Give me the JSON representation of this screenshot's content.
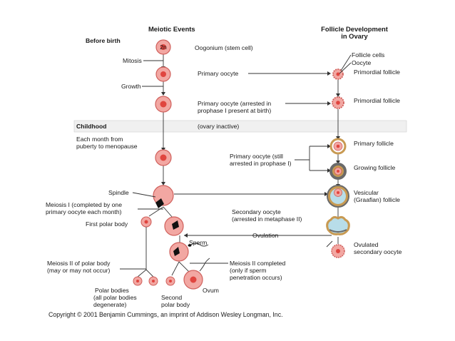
{
  "headers": {
    "meiotic": "Meiotic Events",
    "follicle": [
      "Follicle Development",
      "in Ovary"
    ]
  },
  "stages": {
    "before_birth": "Before birth",
    "childhood": "Childhood",
    "monthly": [
      "Each month from",
      "puberty to menopause"
    ]
  },
  "events": {
    "mitosis": "Mitosis",
    "growth": "Growth",
    "spindle": "Spindle",
    "meiosis1": [
      "Meiosis I (completed by one",
      "primary oocyte each month)"
    ],
    "first_polar": "First polar body",
    "sperm": "Sperm",
    "meiosis2_polar": [
      "Meiosis II of polar body",
      "(may or may not occur)"
    ],
    "polar_bodies": [
      "Polar bodies",
      "(all polar bodies",
      "degenerate)"
    ],
    "second_polar": [
      "Second",
      "polar body"
    ],
    "ovum": "Ovum"
  },
  "cells": {
    "oogonium": "Oogonium (stem cell)",
    "primary": "Primary oocyte",
    "primary_arrested": [
      "Primary oocyte (arrested in",
      "prophase I present at birth)"
    ],
    "ovary_inactive": "(ovary inactive)",
    "primary_still": [
      "Primary oocyte (still",
      "arrested in prophase I)"
    ],
    "secondary": [
      "Secondary oocyte",
      "(arrested in metaphase II)"
    ],
    "ovulation": "Ovulation",
    "meiosis2_completed": [
      "Meiosis II completed",
      "(only if sperm",
      "penetration occurs)"
    ]
  },
  "follicles": {
    "follicle_cells": "Follicle cells",
    "oocyte": "Oocyte",
    "primordial_1": "Primordial follicle",
    "primordial_2": "Primordial follicle",
    "primary_follicle": "Primary follicle",
    "growing": "Growing follicle",
    "vesicular": [
      "Vesicular",
      "(Graafian) follicle"
    ],
    "ovulated": [
      "Ovulated",
      "secondary oocyte"
    ]
  },
  "cell_mark": "2n",
  "copyright": "Copyright © 2001 Benjamin Cummings, an imprint of Addison Wesley Longman, Inc.",
  "colors": {
    "cell_fill": "#f2a7a2",
    "cell_stroke": "#d0605c",
    "nucleus": "#e0453f",
    "chromosome": "#111111",
    "follicle_gold": "#c89a52",
    "follicle_dark": "#6a6a6a",
    "antrum": "#b8dde9"
  }
}
